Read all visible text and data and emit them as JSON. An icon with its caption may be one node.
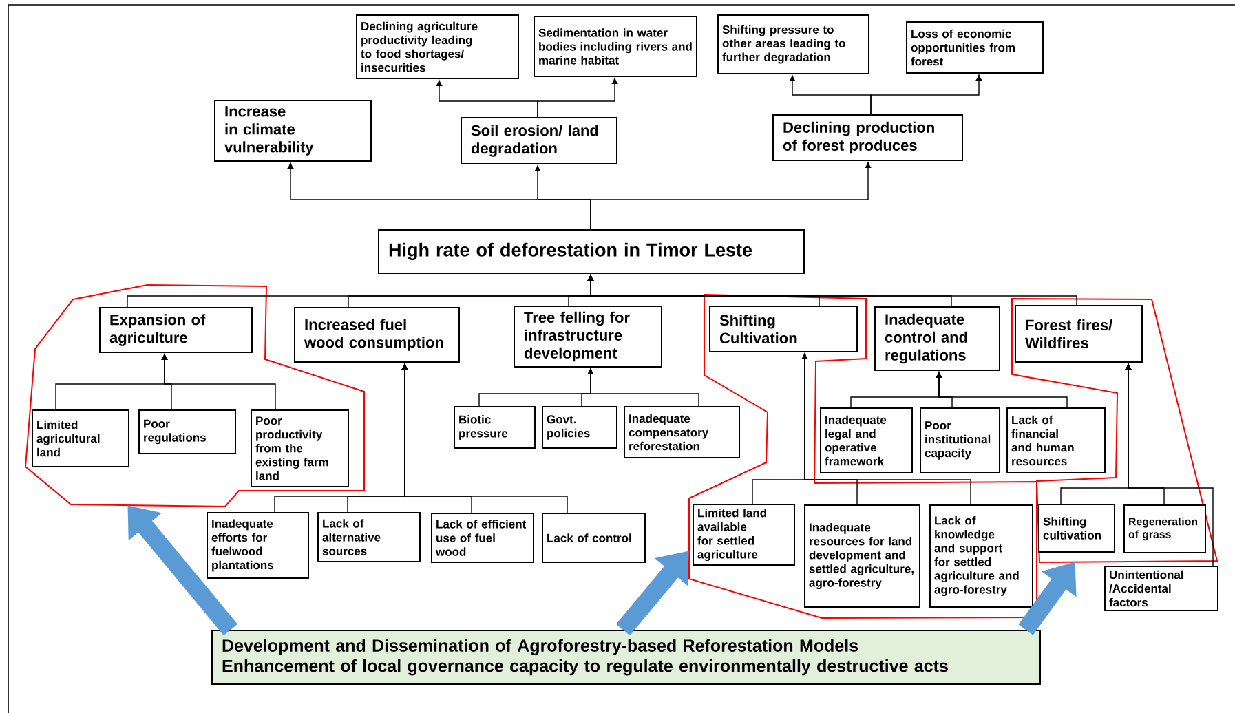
{
  "diagram": {
    "nodes": [
      {
        "text": [
          "Declining agriculture productivity leading to food shortages/ insecurities"
        ]
      },
      {
        "text": [
          "Sedimentation in water bodies including rivers and marine habitat"
        ]
      },
      {
        "text": [
          "Shifting pressure to other areas leading to further degradation"
        ]
      },
      {
        "text": [
          "Loss of economic opportunities from forest"
        ]
      },
      {
        "text": [
          "Increase in climate vulnerability"
        ]
      },
      {
        "text": [
          "Soil erosion/ land degradation"
        ]
      },
      {
        "text": [
          "Declining production of forest produces"
        ]
      },
      {
        "text": [
          "High rate of deforestation in Timor Leste"
        ]
      },
      {
        "text": [],
        "shape": "polygon"
      },
      {
        "text": [
          "Expansion of agriculture"
        ],
        "in": 8
      },
      {
        "text": [
          "Increased fuel wood consumption"
        ]
      },
      {
        "text": [
          "Tree felling for infrastructure development"
        ]
      },
      {
        "text": [],
        "shape": "polygon"
      },
      {
        "text": [
          "Shifting Cultivation"
        ],
        "in": 12
      },
      {
        "text": [
          "Inadequate control and regulations"
        ]
      },
      {
        "text": [],
        "shape": "polygon"
      },
      {
        "text": [
          "Forest fires/ Wildfires"
        ],
        "in": 15
      },
      {
        "text": [
          "Limited agricultural land"
        ],
        "in": 8
      },
      {
        "text": [
          "Poor regulations"
        ],
        "in": 8
      },
      {
        "text": [
          "Poor productivity from the existing farm land"
        ],
        "in": 8
      },
      {
        "text": [
          "Biotic pressure"
        ]
      },
      {
        "text": [
          "Govt. policies"
        ]
      },
      {
        "text": [
          "Inadequate compensatory reforestation"
        ]
      },
      {
        "text": [
          "Inadequate legal and operative framework"
        ]
      },
      {
        "text": [
          "Poor institutional capacity"
        ]
      },
      {
        "text": [
          "Lack of financial and human resources"
        ]
      },
      {
        "text": [
          "Inadequate efforts for fuelwood plantations"
        ]
      },
      {
        "text": [
          "Lack of alternative sources"
        ]
      },
      {
        "text": [
          "Lack of efficient use of fuel wood"
        ]
      },
      {
        "text": [
          "Lack of control"
        ]
      },
      {
        "text": [
          "Limited land available for settled agriculture"
        ],
        "in": 12
      },
      {
        "text": [
          "Inadequate resources for land development and settled agriculture, agro-forestry"
        ],
        "in": 12
      },
      {
        "text": [
          "Lack of knowledge and support for settled agriculture and agro-forestry"
        ],
        "in": 12
      },
      {
        "text": [
          "Shifting cultivation"
        ],
        "in": 15
      },
      {
        "text": [
          "Regeneration of grass"
        ],
        "in": 15
      },
      {
        "text": [
          "Unintentional /Accidental factors"
        ]
      },
      {
        "text": [
          "Development and Dissemination of Agroforestry-based Reforestation Models",
          "Enhancement of local governance capacity to regulate environmentally destructive acts"
        ]
      }
    ],
    "edges": [
      {
        "from": 5,
        "to": 0,
        "arrow": "to"
      },
      {
        "from": 5,
        "to": 1,
        "arrow": "to"
      },
      {
        "from": 6,
        "to": 2,
        "arrow": "to"
      },
      {
        "from": 6,
        "to": 3,
        "arrow": "to"
      },
      {
        "from": 7,
        "to": 4,
        "arrow": "to"
      },
      {
        "from": 7,
        "to": 5,
        "arrow": "to"
      },
      {
        "from": 7,
        "to": 6,
        "arrow": "to"
      },
      {
        "from": 9,
        "to": 7,
        "arrow": "to"
      },
      {
        "from": 10,
        "to": 7,
        "arrow": "to"
      },
      {
        "from": 11,
        "to": 7,
        "arrow": "to"
      },
      {
        "from": 13,
        "to": 7,
        "arrow": "to"
      },
      {
        "from": 14,
        "to": 7,
        "arrow": "to"
      },
      {
        "from": 16,
        "to": 7,
        "arrow": "to"
      },
      {
        "from": 17,
        "to": 9,
        "arrow": "to"
      },
      {
        "from": 18,
        "to": 9,
        "arrow": "to"
      },
      {
        "from": 19,
        "to": 9,
        "arrow": "to"
      },
      {
        "from": 26,
        "to": 10,
        "arrow": "to"
      },
      {
        "from": 27,
        "to": 10,
        "arrow": "to"
      },
      {
        "from": 28,
        "to": 10,
        "arrow": "to"
      },
      {
        "from": 29,
        "to": 10,
        "arrow": "to"
      },
      {
        "from": 20,
        "to": 11,
        "arrow": "to"
      },
      {
        "from": 21,
        "to": 11,
        "arrow": "to"
      },
      {
        "from": 22,
        "to": 11,
        "arrow": "to"
      },
      {
        "from": 23,
        "to": 14,
        "arrow": "to"
      },
      {
        "from": 24,
        "to": 14,
        "arrow": "to"
      },
      {
        "from": 25,
        "to": 14,
        "arrow": "to"
      },
      {
        "from": 30,
        "to": 13,
        "arrow": "to"
      },
      {
        "from": 31,
        "to": 13,
        "arrow": "to"
      },
      {
        "from": 32,
        "to": 13,
        "arrow": "to"
      },
      {
        "from": 33,
        "to": 16,
        "arrow": "to"
      },
      {
        "from": 34,
        "to": 16,
        "arrow": "to"
      },
      {
        "from": 35,
        "to": 16,
        "arrow": "to"
      },
      {
        "from": 36,
        "to": 8,
        "arrow": "to",
        "style": "thick",
        "color": "#5b9bd5"
      },
      {
        "from": 36,
        "to": 12,
        "arrow": "to",
        "style": "thick",
        "color": "#5b9bd5"
      },
      {
        "from": 36,
        "to": 15,
        "arrow": "to",
        "style": "thick",
        "color": "#5b9bd5"
      }
    ]
  }
}
